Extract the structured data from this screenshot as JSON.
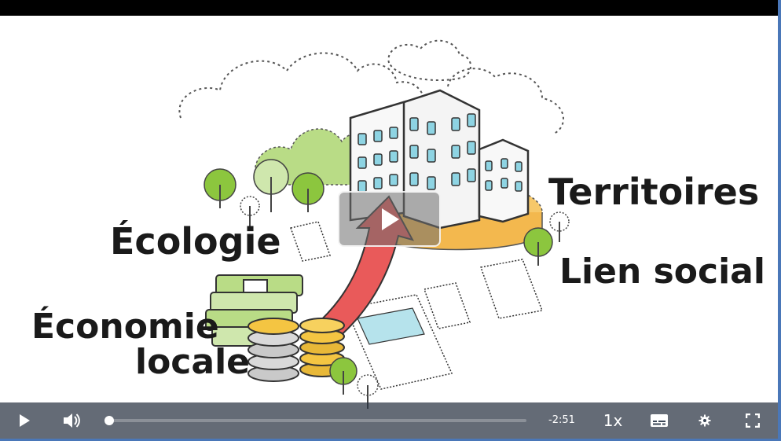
{
  "labels": {
    "ecologie": "Écologie",
    "economie_line1": "Économie",
    "economie_line2": "locale",
    "territoires": "Territoires",
    "lien_social": "Lien social"
  },
  "player": {
    "time_remaining": "-2:51",
    "playback_rate": "1x",
    "progress": 0.01
  },
  "icons": {
    "big_play": "play-icon",
    "play": "play-icon",
    "volume": "volume-icon",
    "captions": "captions-icon",
    "settings": "gear-icon",
    "fullscreen": "fullscreen-icon"
  },
  "colors": {
    "controls_bg": "#3a4656",
    "arrow": "#e95a5a",
    "tree_green": "#8cc63e",
    "platform": "#f6c86a",
    "coin_gold": "#f4c542",
    "page_border": "#4a77b8"
  }
}
